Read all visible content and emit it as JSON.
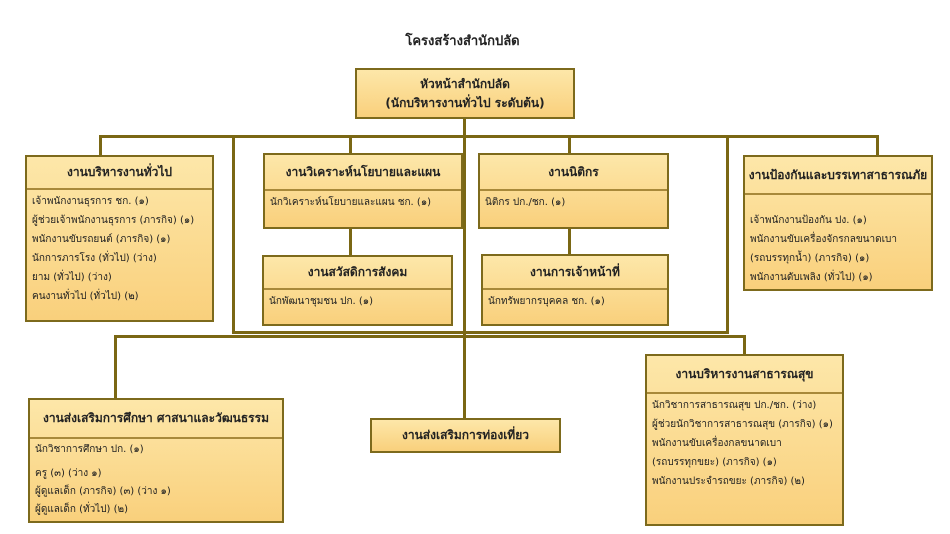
{
  "title": "โครงสร้างสำนักปลัด",
  "head": {
    "line1": "หัวหน้าสำนักปลัด",
    "line2": "(นักบริหารงานทั่วไป ระดับต้น)"
  },
  "units": [
    {
      "title": "งานบริหารงานทั่วไป",
      "items": [
        "เจ้าพนักงานธุรการ ชก. (๑)",
        "ผู้ช่วยเจ้าพนักงานธุรการ (ภารกิจ) (๑)",
        "พนักงานขับรถยนต์ (ภารกิจ) (๑)",
        "นักการภารโรง (ทั่วไป) (ว่าง)",
        "ยาม (ทั่วไป) (ว่าง)",
        "คนงานทั่วไป (ทั่วไป) (๒)"
      ]
    },
    {
      "title": "งานวิเคราะห์นโยบายและแผน",
      "items": [
        "นักวิเคราะห์นโยบายและแผน ชก. (๑)"
      ]
    },
    {
      "title": "งานนิติกร",
      "items": [
        "นิติกร ปก./ชก. (๑)"
      ]
    },
    {
      "title": "งานป้องกันและบรรเทาสาธารณภัย",
      "items": [
        "เจ้าพนักงานป้องกัน ปง. (๑)",
        "พนักงานขับเครื่องจักรกลขนาดเบา",
        "(รถบรรทุกน้ำ) (ภารกิจ) (๑)",
        "พนักงานดับเพลิง (ทั่วไป) (๑)"
      ]
    },
    {
      "title": "งานสวัสดิการสังคม",
      "items": [
        "นักพัฒนาชุมชน ปก. (๑)"
      ]
    },
    {
      "title": "งานการเจ้าหน้าที่",
      "items": [
        "นักทรัพยากรบุคคล ชก. (๑)"
      ]
    },
    {
      "title": "งานส่งเสริมการศึกษา ศาสนาและวัฒนธรรม",
      "items": [
        "นักวิชาการศึกษา ปก. (๑)",
        "ครู (๓) (ว่าง ๑)",
        "ผู้ดูแลเด็ก (ภารกิจ) (๓) (ว่าง ๑)",
        "ผู้ดูแลเด็ก (ทั่วไป) (๒)"
      ]
    },
    {
      "title": "งานส่งเสริมการท่องเที่ยว",
      "items": []
    },
    {
      "title": "งานบริหารงานสาธารณสุข",
      "items": [
        "นักวิชาการสาธารณสุข ปก./ชก. (ว่าง)",
        "ผู้ช่วยนักวิชาการสาธารณสุข (ภารกิจ) (๑)",
        "พนักงานขับเครื่องกลขนาดเบา",
        "(รถบรรทุกขยะ) (ภารกิจ) (๑)",
        "พนักงานประจำรถขยะ (ภารกิจ) (๒)"
      ]
    }
  ]
}
